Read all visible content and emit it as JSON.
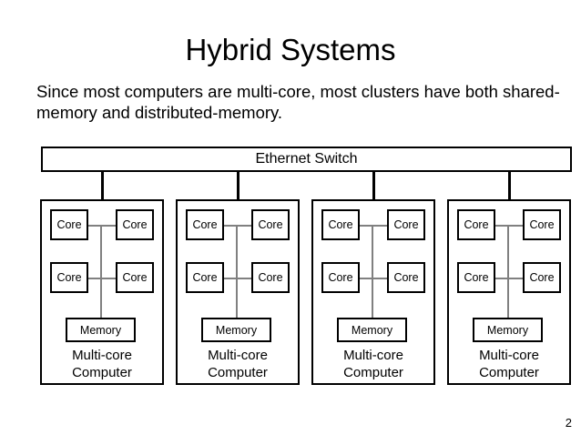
{
  "slide": {
    "title": "Hybrid Systems",
    "body": "Since most computers are multi-core, most clusters have both shared-memory and distributed-memory.",
    "page_number": "2"
  },
  "diagram": {
    "switch": {
      "label": "Ethernet Switch"
    },
    "core_label": "Core",
    "memory_label": "Memory",
    "computer_caption_line1": "Multi-core",
    "computer_caption_line2": "Computer",
    "computers": [
      {
        "caption_line1": "Multi-core",
        "caption_line2": "Computer",
        "memory": "Memory",
        "cores": [
          "Core",
          "Core",
          "Core",
          "Core"
        ]
      },
      {
        "caption_line1": "Multi-core",
        "caption_line2": "Computer",
        "memory": "Memory",
        "cores": [
          "Core",
          "Core",
          "Core",
          "Core"
        ]
      },
      {
        "caption_line1": "Multi-core",
        "caption_line2": "Computer",
        "memory": "Memory",
        "cores": [
          "Core",
          "Core",
          "Core",
          "Core"
        ]
      },
      {
        "caption_line1": "Multi-core",
        "caption_line2": "Computer",
        "memory": "Memory",
        "cores": [
          "Core",
          "Core",
          "Core",
          "Core"
        ]
      }
    ]
  },
  "colors": {
    "ink": "#000000",
    "background": "#ffffff",
    "bus_line": "#808080"
  }
}
